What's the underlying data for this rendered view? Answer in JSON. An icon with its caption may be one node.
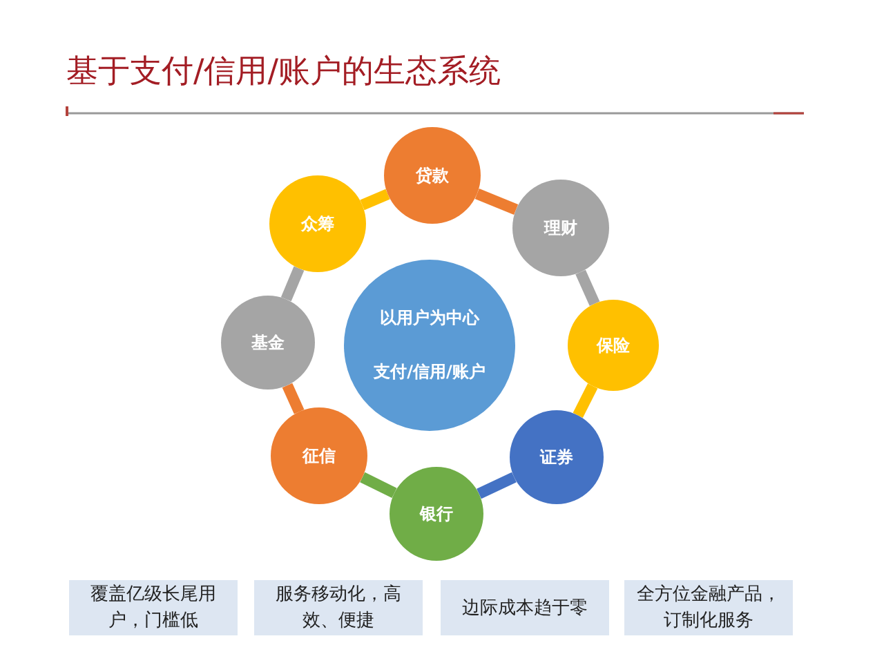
{
  "diagram": {
    "title": "基于支付/信用/账户的生态系统",
    "nodes": [
      {
        "text": [
          "以用户为中心",
          "支付/信用/账户"
        ]
      },
      {
        "text": [
          "贷款"
        ]
      },
      {
        "text": [
          "理财"
        ]
      },
      {
        "text": [
          "保险"
        ]
      },
      {
        "text": [
          "证券"
        ]
      },
      {
        "text": [
          "银行"
        ]
      },
      {
        "text": [
          "征信"
        ]
      },
      {
        "text": [
          "基金"
        ]
      },
      {
        "text": [
          "众筹"
        ]
      },
      {
        "text": [
          "覆盖亿级长尾用户，门槛低"
        ]
      },
      {
        "text": [
          "服务移动化，高效、便捷"
        ]
      },
      {
        "text": [
          "边际成本趋于零"
        ]
      },
      {
        "text": [
          "全方位金融产品，订制化服务"
        ]
      }
    ],
    "edges": [
      {
        "from": 1,
        "to": 2,
        "arrow": "none",
        "color": "#ed7d31"
      },
      {
        "from": 2,
        "to": 3,
        "arrow": "none",
        "color": "#a5a5a5"
      },
      {
        "from": 3,
        "to": 4,
        "arrow": "none",
        "color": "#ffc000"
      },
      {
        "from": 4,
        "to": 5,
        "arrow": "none",
        "color": "#4472c4"
      },
      {
        "from": 5,
        "to": 6,
        "arrow": "none",
        "color": "#70ad47"
      },
      {
        "from": 6,
        "to": 7,
        "arrow": "none",
        "color": "#ed7d31"
      },
      {
        "from": 7,
        "to": 8,
        "arrow": "none",
        "color": "#a5a5a5"
      },
      {
        "from": 8,
        "to": 1,
        "arrow": "none",
        "color": "#ffc000"
      }
    ]
  }
}
